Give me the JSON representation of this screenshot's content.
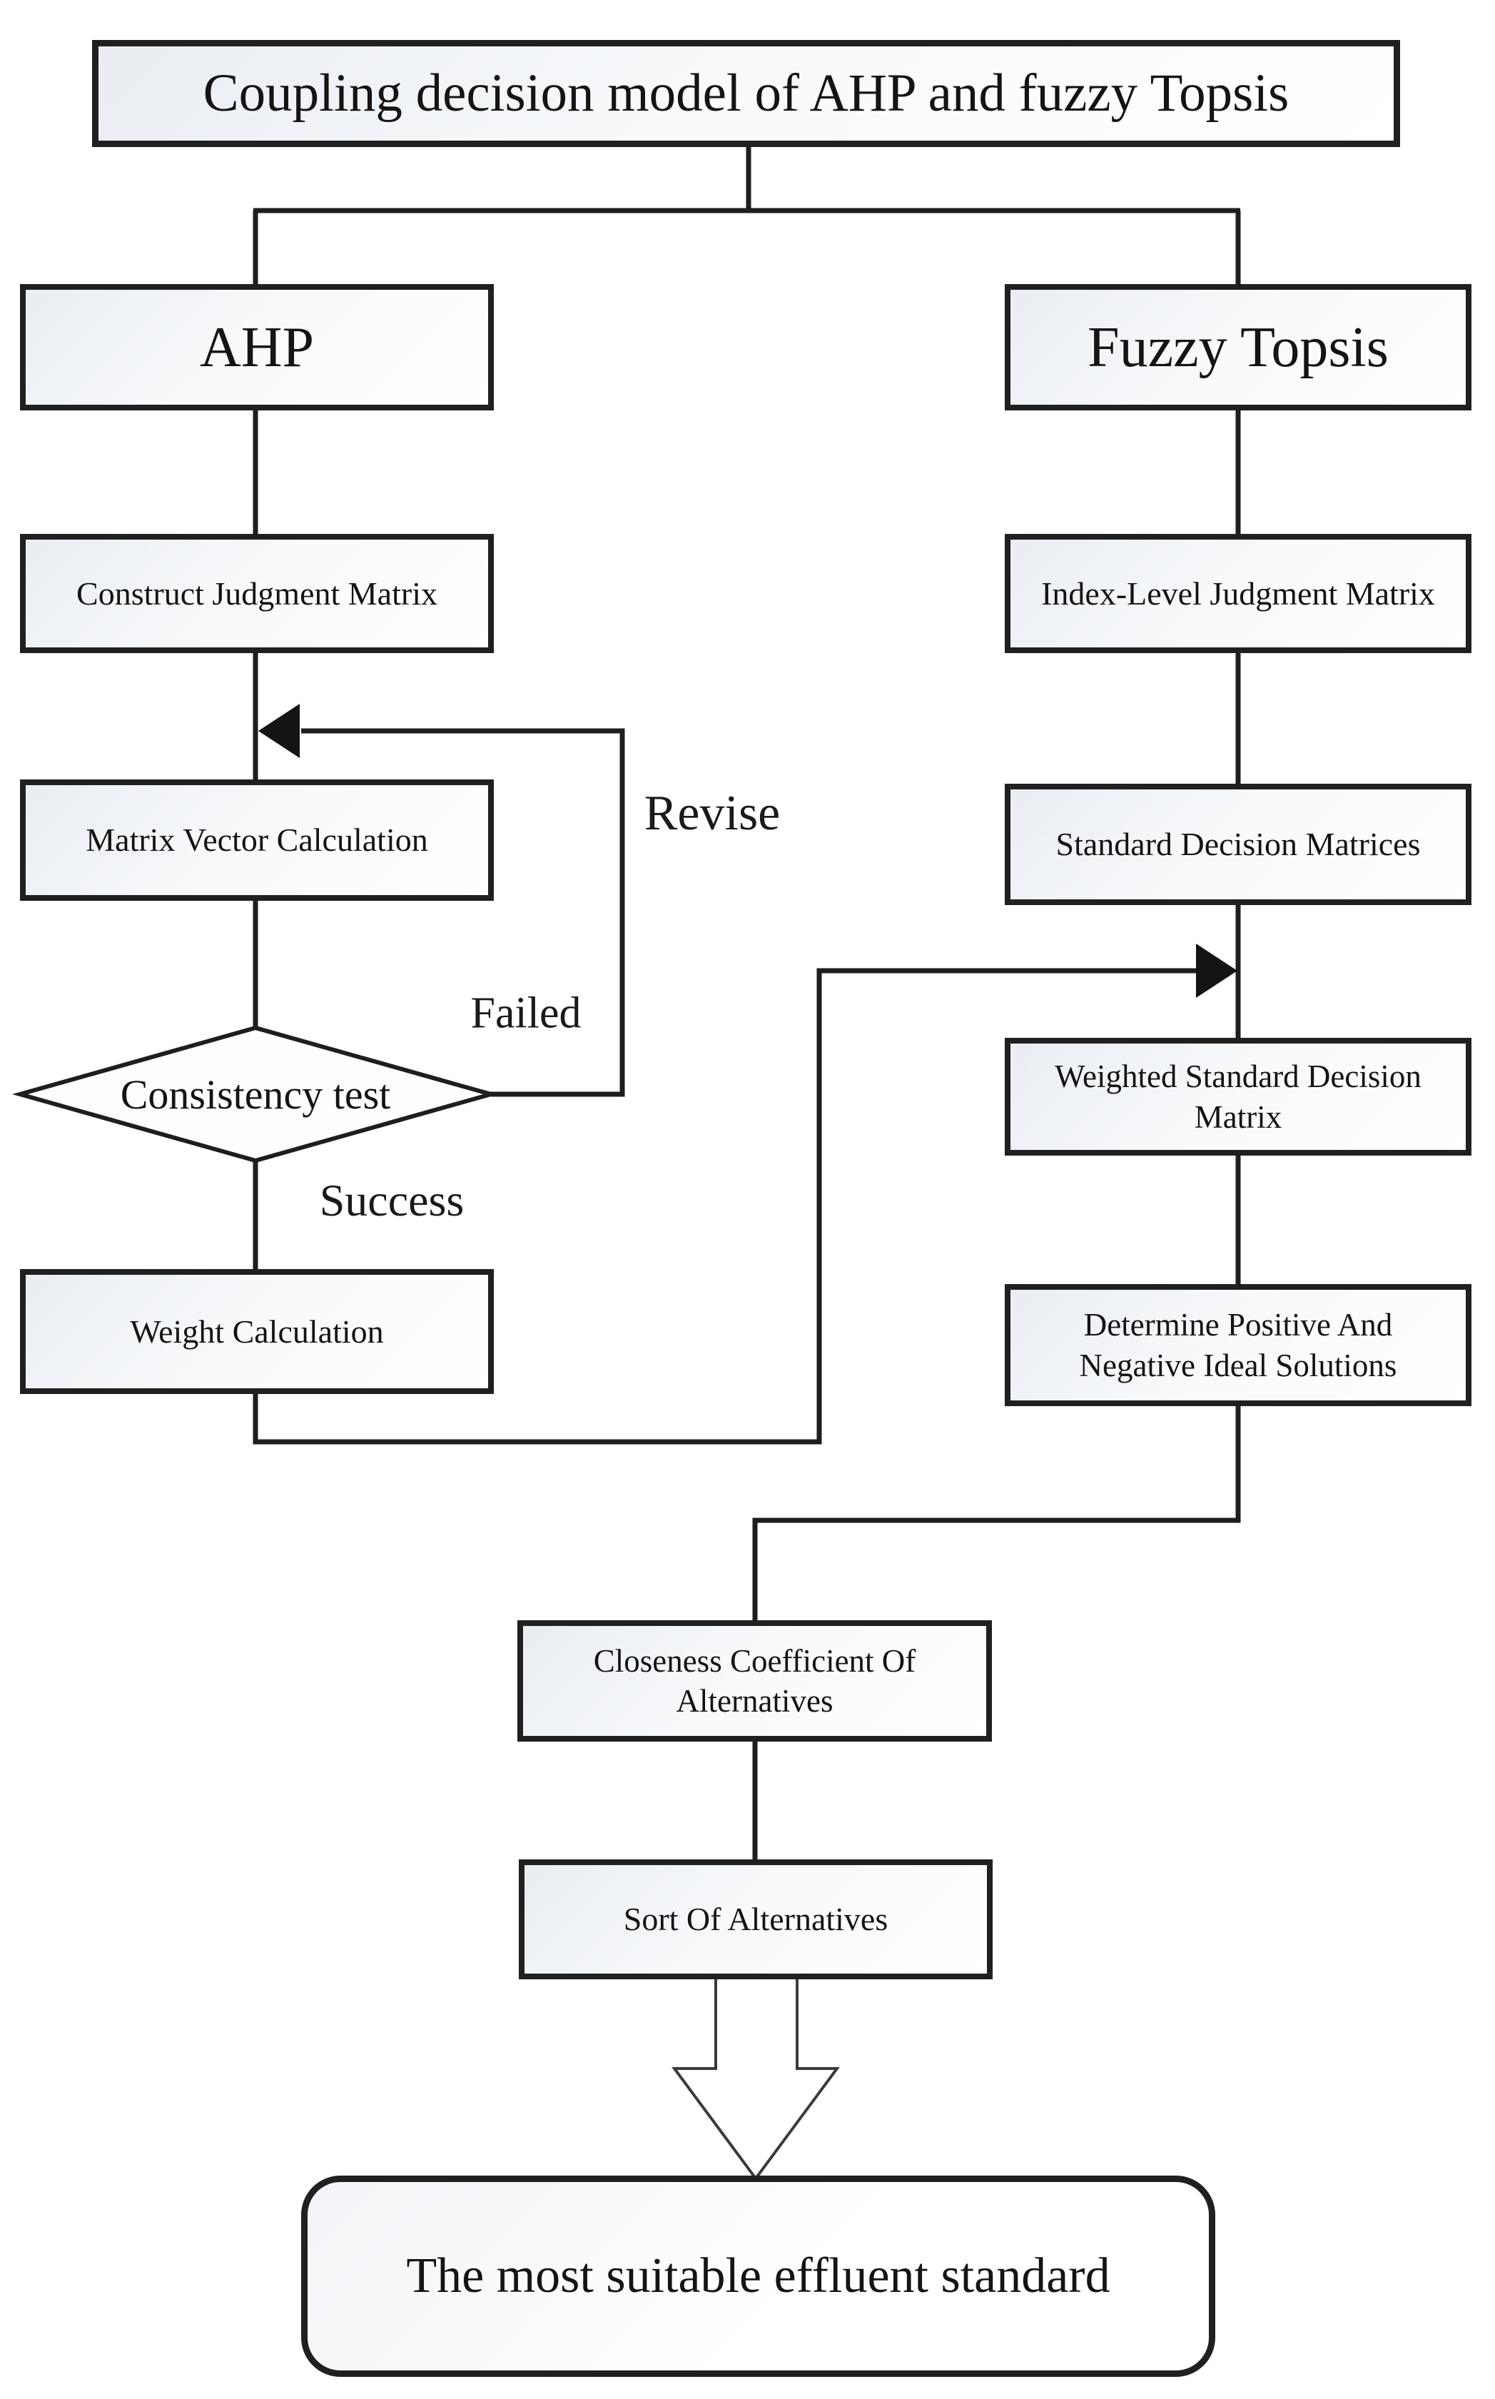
{
  "diagram": {
    "title": "Coupling decision model of AHP and fuzzy Topsis",
    "branches": {
      "left": "AHP",
      "right": "Fuzzy Topsis"
    },
    "nodes": {
      "construct_judgment_matrix": "Construct Judgment Matrix",
      "index_level_judgment_matrix": "Index-Level Judgment Matrix",
      "matrix_vector_calculation": "Matrix Vector Calculation",
      "standard_decision_matrices": "Standard Decision Matrices",
      "consistency_test": "Consistency test",
      "weighted_standard_line1": "Weighted Standard Decision",
      "weighted_standard_line2": "Matrix",
      "weight_calculation": "Weight Calculation",
      "determine_line1": "Determine Positive And",
      "determine_line2": "Negative Ideal Solutions",
      "closeness_line1": "Closeness Coefficient Of",
      "closeness_line2": "Alternatives",
      "sort_of_alternatives": "Sort Of Alternatives",
      "final_result": "The most suitable effluent standard"
    },
    "edge_labels": {
      "revise": "Revise",
      "failed": "Failed",
      "success": "Success"
    },
    "colors": {
      "background": "#ffffff",
      "line": "#1e1e1e",
      "box_border": "#202020",
      "box_fill_top": "#e9edf2",
      "box_fill": "#ffffff",
      "hollow_arrow_stroke": "#3a3a3a",
      "text": "#141414"
    }
  }
}
